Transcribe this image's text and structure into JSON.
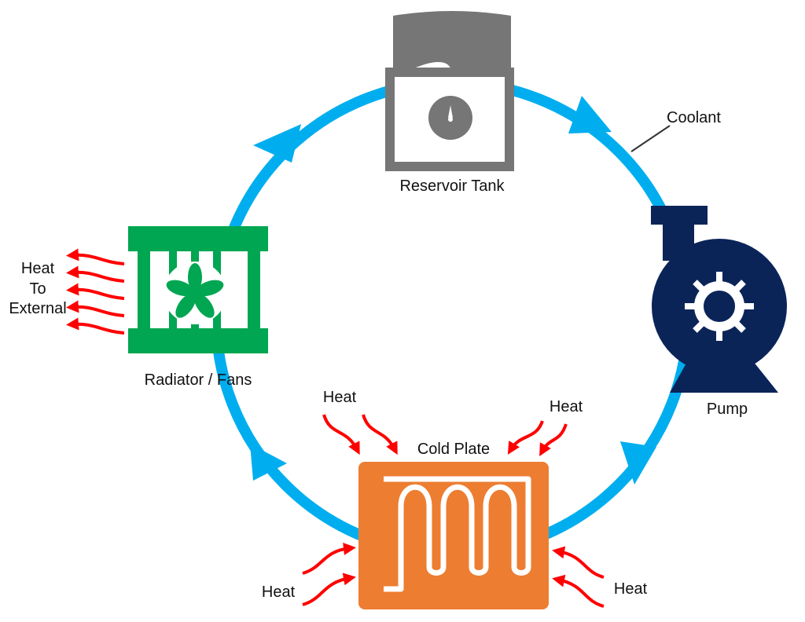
{
  "labels": {
    "reservoir": "Reservoir Tank",
    "coolant": "Coolant",
    "pump": "Pump",
    "cold_plate": "Cold Plate",
    "radiator": "Radiator / Fans",
    "heat_out_line1": "Heat",
    "heat_out_line2": "To",
    "heat_out_line3": "External",
    "heat_top_left": "Heat",
    "heat_top_right": "Heat",
    "heat_bottom_left": "Heat",
    "heat_bottom_right": "Heat"
  },
  "colors": {
    "coolant_loop": "#00aeef",
    "reservoir": "#767676",
    "pump": "#0b2458",
    "radiator": "#00a651",
    "cold_plate": "#ed7d31",
    "heat": "#ff0000",
    "text": "#111111"
  },
  "icons": {
    "reservoir": "reservoir-tank-icon",
    "pump": "pump-icon",
    "radiator": "radiator-fan-icon",
    "cold_plate": "cold-plate-icon"
  }
}
